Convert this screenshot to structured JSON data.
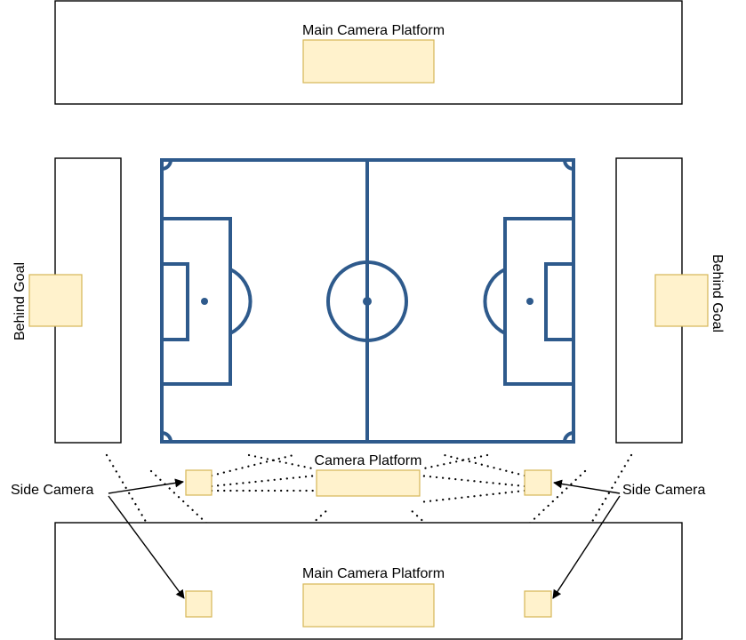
{
  "labels": {
    "main_platform_top": "Main Camera Platform",
    "main_platform_bottom": "Main Camera Platform",
    "camera_platform": "Camera Platform",
    "behind_goal_left": "Behind Goal",
    "behind_goal_right": "Behind Goal",
    "side_camera_left": "Side Camera",
    "side_camera_right": "Side Camera"
  },
  "colors": {
    "pitch_lines": "#2e5a8c",
    "camera_fill": "#fff2cc",
    "camera_stroke": "#d6b656",
    "outline": "#000000"
  }
}
